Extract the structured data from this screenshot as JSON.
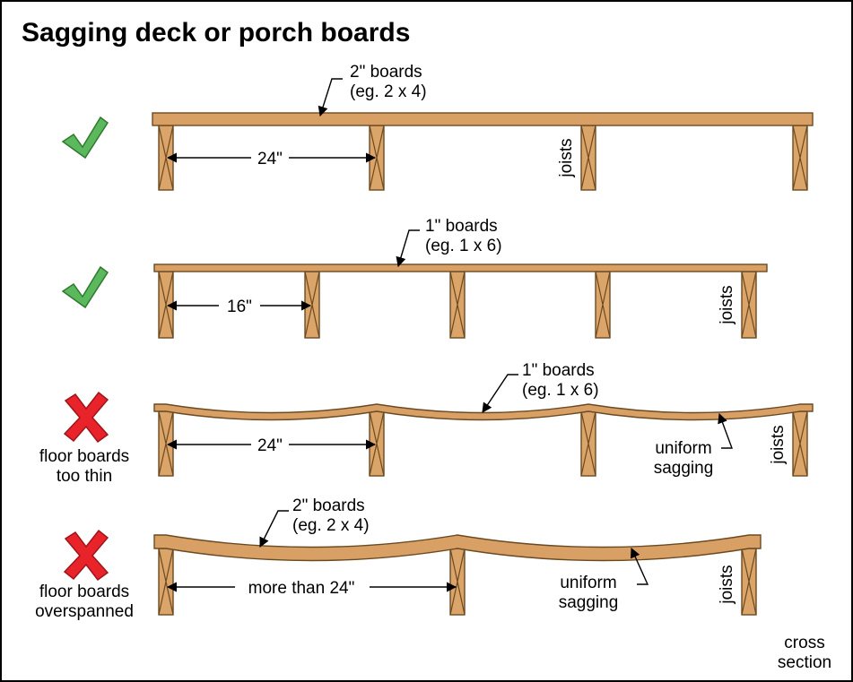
{
  "title": "Sagging deck or porch boards",
  "colors": {
    "wood": "#d9a066",
    "wood_stroke": "#6b4a22",
    "check": "#5cb85c",
    "cross": "#e8232a"
  },
  "rows": [
    {
      "status_icon": "check-icon",
      "board_label_1": "2\" boards",
      "board_label_2": "(eg. 2 x 4)",
      "span_label": "24\"",
      "joists_label": "joists"
    },
    {
      "status_icon": "check-icon",
      "board_label_1": "1\" boards",
      "board_label_2": "(eg. 1 x 6)",
      "span_label": "16\"",
      "joists_label": "joists"
    },
    {
      "status_icon": "cross-icon",
      "caption_1": "floor boards",
      "caption_2": "too thin",
      "board_label_1": "1\" boards",
      "board_label_2": "(eg. 1 x 6)",
      "span_label": "24\"",
      "sag_label_1": "uniform",
      "sag_label_2": "sagging",
      "joists_label": "joists"
    },
    {
      "status_icon": "cross-icon",
      "caption_1": "floor boards",
      "caption_2": "overspanned",
      "board_label_1": "2\" boards",
      "board_label_2": "(eg. 2 x 4)",
      "span_label": "more than 24\"",
      "sag_label_1": "uniform",
      "sag_label_2": "sagging",
      "joists_label": "joists"
    }
  ],
  "corner_label_1": "cross",
  "corner_label_2": "section"
}
